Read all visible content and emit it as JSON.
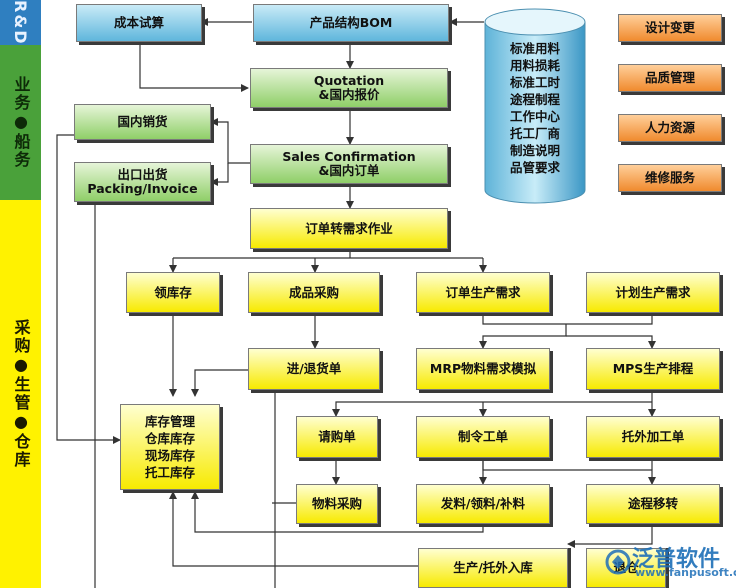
{
  "bands": {
    "rd": "R&D",
    "business": "业务●船务",
    "manufacturing": "采购●生管●仓库"
  },
  "boxes": {
    "cost_trial": "成本试算",
    "product_bom": "产品结构BOM",
    "quotation": "Quotation\n&国内报价",
    "domestic_sales": "国内销货",
    "sales_confirmation": "Sales Confirmation\n&国内订单",
    "export_shipment": "出口出货\nPacking/Invoice",
    "order_to_demand": "订单转需求作业",
    "stock_pickup": "领库存",
    "finished_goods_purchase": "成品采购",
    "order_production_demand": "订单生产需求",
    "planned_production_demand": "计划生产需求",
    "goods_in_return": "进/退货单",
    "mrp_simulation": "MRP物料需求模拟",
    "mps_scheduling": "MPS生产排程",
    "inventory": "库存管理\n仓库库存\n现场库存\n托工库存",
    "purchase_request": "请购单",
    "work_order": "制令工单",
    "outsource_order": "托外加工单",
    "material_purchase": "物料采购",
    "material_issue": "发料/领料/补料",
    "routing_transfer": "途程移转",
    "production_receipt": "生产/托外入库",
    "return_slip": "退仓"
  },
  "database_items": [
    "标准用料",
    "用料损耗",
    "标准工时",
    "途程制程",
    "工作中心",
    "托工厂商",
    "制造说明",
    "品管要求"
  ],
  "side_modules": [
    "设计变更",
    "品质管理",
    "人力资源",
    "维修服务"
  ],
  "logo": {
    "name": "泛普软件",
    "url": "www.fanpusoft.com"
  },
  "colors": {
    "rd_band": "#2f7fc0",
    "business_band": "#4aa13a",
    "manufacturing_band": "#fff200",
    "blue_box": "#5fb6dc",
    "green_box": "#8fcf68",
    "yellow_box": "#f7ea00",
    "orange_box": "#f08a2e"
  }
}
